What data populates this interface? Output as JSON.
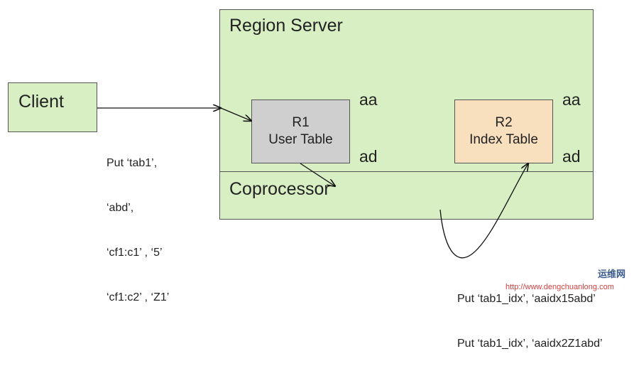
{
  "client": {
    "label": "Client"
  },
  "region_server": {
    "title": "Region Server",
    "coprocessor_label": "Coprocessor"
  },
  "r1": {
    "line1": "R1",
    "line2": "User Table",
    "key_top": "aa",
    "key_bottom": "ad"
  },
  "r2": {
    "line1": "R2",
    "line2": "Index Table",
    "key_top": "aa",
    "key_bottom": "ad"
  },
  "client_put": {
    "lines": [
      "Put ‘tab1’,",
      "‘abd’,",
      "‘cf1:c1’ , ‘5’",
      "‘cf1:c2’ , ‘Z1’"
    ]
  },
  "index_put": {
    "lines": [
      "Put ‘tab1_idx’, ‘aaidx15abd’",
      "Put ‘tab1_idx’, ‘aaidx2Z1abd’"
    ]
  },
  "watermark": {
    "url": "http://www.dengchuanlong.com",
    "logo": "运维网"
  },
  "colors": {
    "green_fill": "#d8efc4",
    "r1_fill": "#cfcfcf",
    "r2_fill": "#f8e0bf",
    "arrow": "#111111"
  }
}
